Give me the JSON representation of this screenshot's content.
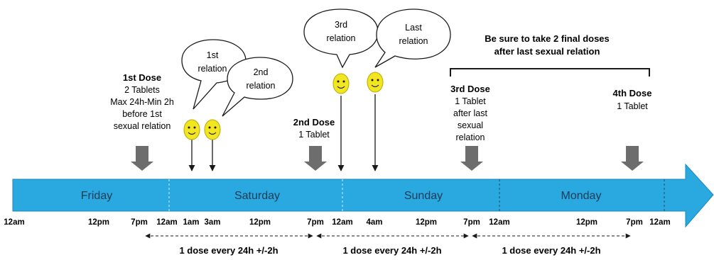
{
  "colors": {
    "timeline_blue": "#2aa8e0",
    "timeline_border": "#1b87bb",
    "face_yellow": "#f2e623",
    "dose_arrow_gray": "#6d6d6d"
  },
  "days": [
    "Friday",
    "Saturday",
    "Sunday",
    "Monday"
  ],
  "ticks": [
    "12am",
    "12pm",
    "7pm",
    "12am",
    "1am",
    "3am",
    "12pm",
    "7pm",
    "12am",
    "4am",
    "12pm",
    "7pm",
    "12am",
    "12pm",
    "7pm",
    "12am"
  ],
  "doses": [
    {
      "title": "1st Dose",
      "lines": [
        "2 Tablets",
        "Max 24h-Min 2h",
        "before 1st",
        "sexual relation"
      ]
    },
    {
      "title": "2nd Dose",
      "lines": [
        "1 Tablet"
      ]
    },
    {
      "title": "3rd Dose",
      "lines": [
        "1 Tablet",
        "after last",
        "sexual",
        "relation"
      ]
    },
    {
      "title": "4th Dose",
      "lines": [
        "1 Tablet"
      ]
    }
  ],
  "relations": [
    {
      "lines": [
        "1st",
        "relation"
      ]
    },
    {
      "lines": [
        "2nd",
        "relation"
      ]
    },
    {
      "lines": [
        "3rd",
        "relation"
      ]
    },
    {
      "lines": [
        "Last",
        "relation"
      ]
    }
  ],
  "note": [
    "Be sure to take 2 final doses",
    "after last sexual relation"
  ],
  "interval_label": "1 dose every 24h +/-2h",
  "icons": {
    "face": "smiley-face-icon",
    "dose_arrow": "down-arrow-icon",
    "relation_arrow": "thin-down-arrow-icon",
    "timeline": "timeline-arrow-icon"
  }
}
